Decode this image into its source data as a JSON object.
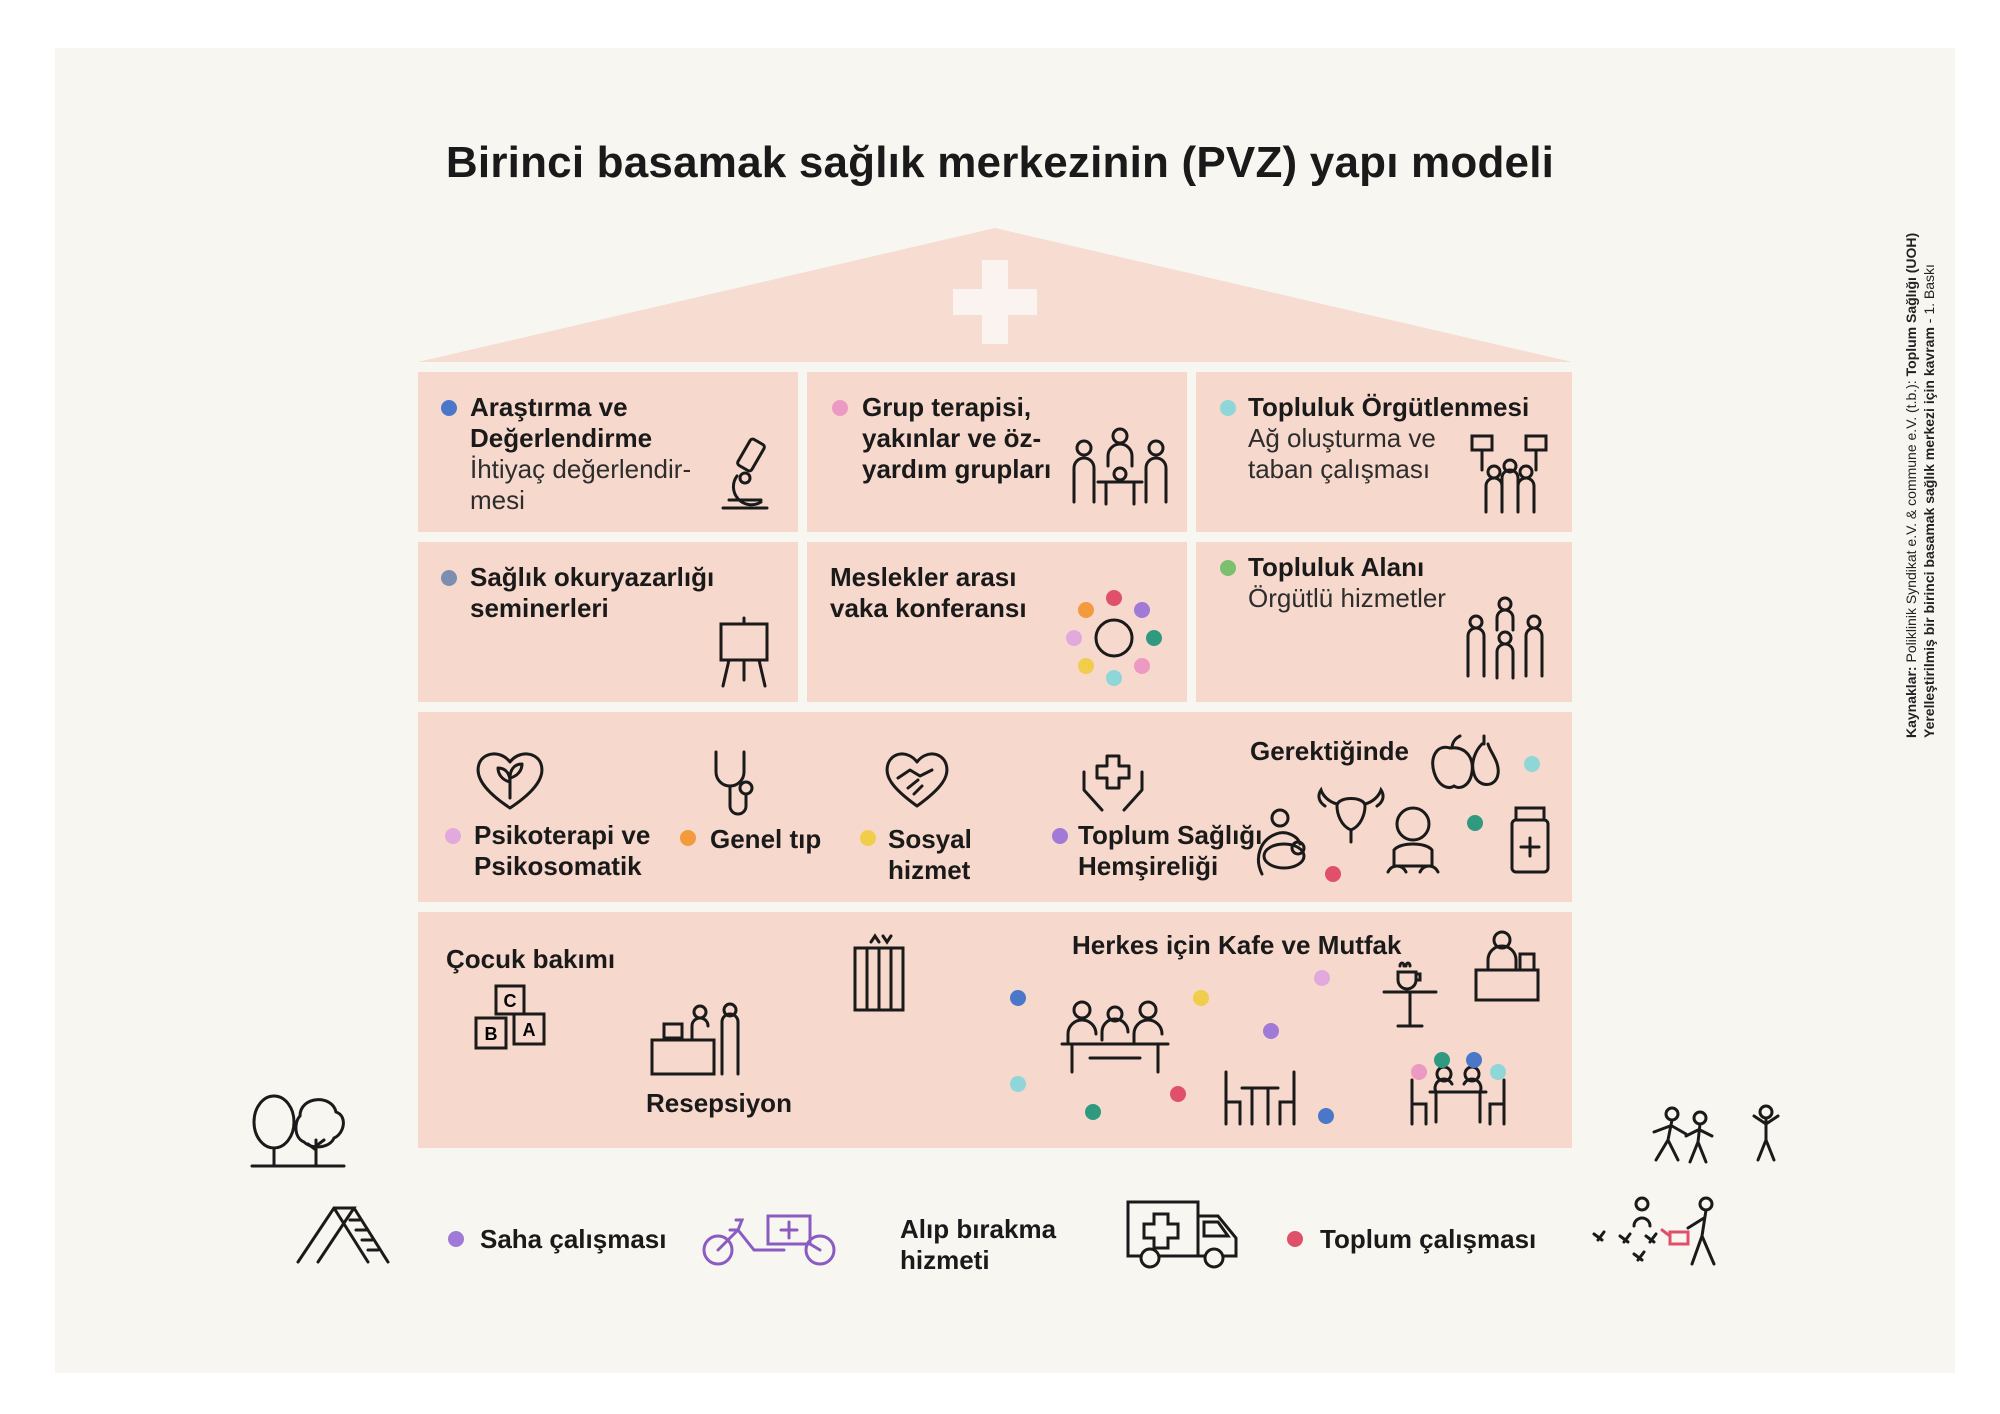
{
  "title": "Birinci basamak sağlık merkezinin (PVZ) yapı modeli",
  "colors": {
    "house": "#f7d8cc",
    "roof": "#f6dcd1",
    "background": "#f8f6f1",
    "dot_blue": "#4a77c9",
    "dot_pink": "#ec9ac4",
    "dot_cyan": "#8ed6d8",
    "dot_grayblue": "#7d8fb0",
    "dot_green": "#7cbf6e",
    "dot_lilac": "#e2a9df",
    "dot_orange": "#f39a3c",
    "dot_yellow": "#f0cd4a",
    "dot_purple": "#a07ad6",
    "dot_red": "#e0506a",
    "dot_teal": "#2f9a80"
  },
  "modules": {
    "research": {
      "title": "Araştırma ve Değerlendirme",
      "subtitle": "İhtiyaç değerlendir-mesi",
      "icon": "microscope-icon"
    },
    "group": {
      "title": "Grup terapisi, yakınlar ve öz-yardım grupları",
      "icon": "group-meeting-icon"
    },
    "organizing": {
      "title": "Topluluk Örgütlenmesi",
      "subtitle": "Ağ oluşturma ve taban çalışması",
      "icon": "protest-icon"
    },
    "literacy": {
      "title": "Sağlık okuryazarlığı seminerleri",
      "icon": "easel-icon"
    },
    "conference": {
      "title": "Meslekler arası vaka konferansı",
      "icon": "circle-of-dots-icon"
    },
    "space": {
      "title": "Topluluk Alanı",
      "subtitle": "Örgütlü hizmetler",
      "icon": "people-group-icon"
    },
    "psychotherapy": {
      "title": "Psikoterapi ve Psikosomatik",
      "icon": "heart-plant-icon"
    },
    "gp": {
      "title": "Genel tıp",
      "icon": "stethoscope-icon"
    },
    "social": {
      "title": "Sosyal hizmet",
      "icon": "heart-handshake-icon"
    },
    "nursing": {
      "title": "Toplum Sağlığı Hemşireliği",
      "icon": "hands-cross-icon"
    },
    "as_needed": {
      "title": "Gerektiğinde"
    },
    "childcare": {
      "title": "Çocuk bakımı",
      "icon": "toy-blocks-icon"
    },
    "reception": {
      "title": "Resepsiyon",
      "icon": "reception-desk-icon"
    },
    "cafe": {
      "title": "Herkes için Kafe ve Mutfak",
      "icon": "cafe-icon"
    }
  },
  "blocks": {
    "b": "B",
    "c": "C",
    "a": "A"
  },
  "outreach": {
    "field_work": "Saha çalışması",
    "pickup": "Alıp bırakma hizmeti",
    "community_work": "Toplum çalışması"
  },
  "source": {
    "label": "Kaynaklar:",
    "text": "Poliklinik Syndikat e.V. & commune e.V. (t.b.): ",
    "bold_part": "Toplum Sağlığı (UOH)",
    "line2": "Yerelleştirilmiş bir birinci basamak sağlık merkezi için kavram",
    "edition": " - 1. Baskı"
  }
}
